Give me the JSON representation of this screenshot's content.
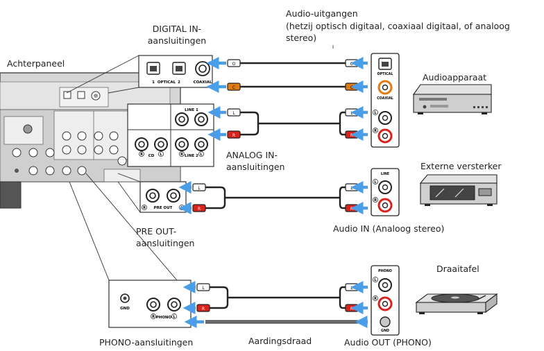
{
  "labels": {
    "audio_outputs_title": "Audio-uitgangen",
    "audio_outputs_sub1": "(hetzij optisch digitaal, coaxiaal digitaal, of analoog",
    "audio_outputs_sub2": "stereo)",
    "digital_in_1": "DIGITAL IN-",
    "digital_in_2": "aansluitingen",
    "rear_panel": "Achterpaneel",
    "audio_device": "Audioapparaat",
    "analog_in_1": "ANALOG IN-",
    "analog_in_2": "aansluitingen",
    "external_amp": "Externe versterker",
    "pre_out_1": "PRE OUT-",
    "pre_out_2": "aansluitingen",
    "audio_in_analog": "Audio IN (Analoog stereo)",
    "turntable": "Draaitafel",
    "phono_connections": "PHONO-aansluitingen",
    "ground_wire": "Aardingsdraad",
    "audio_out_phono": "Audio OUT (PHONO)"
  },
  "jack_labels": {
    "optical": "OPTICAL",
    "coaxial": "COAXIAL",
    "num_1": "1",
    "num_2": "2",
    "line_1": "LINE 1",
    "line_2": "LINE 2",
    "cd": "CD",
    "pre_out": "PRE OUT",
    "phono": "PHONO",
    "gnd": "GND",
    "line": "LINE",
    "L": "L",
    "R": "R",
    "C": "C",
    "O": "O"
  },
  "colors": {
    "arrow_blue": "#4a9ee8",
    "plug_red": "#d9221c",
    "plug_orange": "#e07a12",
    "panel_gray": "#c8c8c8",
    "line_dark": "#222222"
  }
}
